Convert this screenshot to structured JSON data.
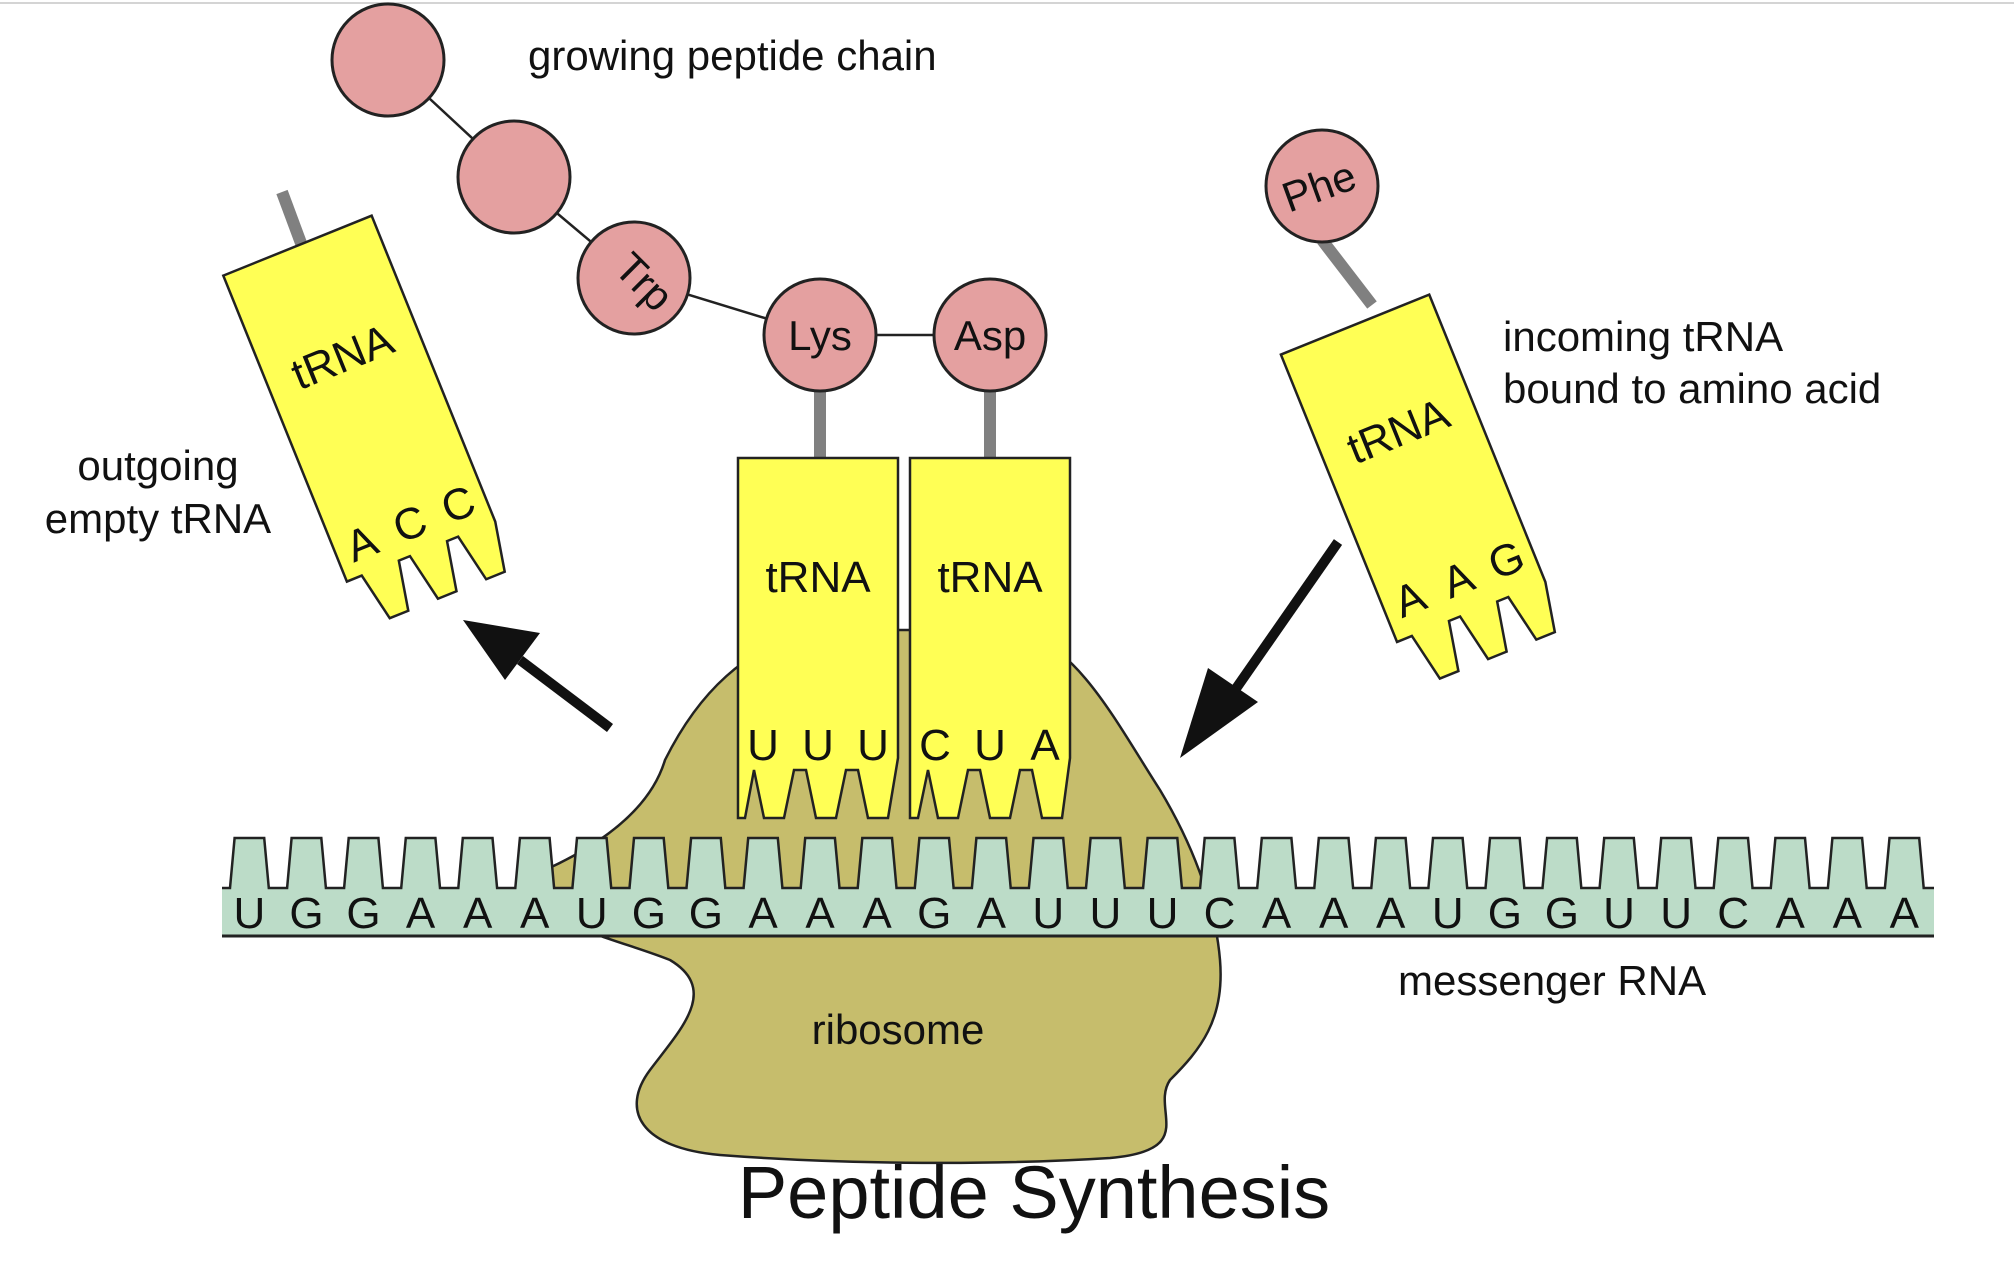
{
  "title": "Peptide Synthesis",
  "labels": {
    "growing_chain": "growing peptide chain",
    "outgoing_line1": "outgoing",
    "outgoing_line2": "empty tRNA",
    "incoming_line1": "incoming tRNA",
    "incoming_line2": "bound to amino acid",
    "mrna": "messenger RNA",
    "ribosome": "ribosome",
    "trna": "tRNA"
  },
  "peptide_chain": [
    "",
    "",
    "Trp",
    "Lys",
    "Asp"
  ],
  "incoming_amino_acid": "Phe",
  "anticodons": {
    "outgoing": [
      "A",
      "C",
      "C"
    ],
    "p_site": [
      "U",
      "U",
      "U"
    ],
    "a_site": [
      "C",
      "U",
      "A"
    ],
    "incoming": [
      "A",
      "A",
      "G"
    ]
  },
  "mrna_sequence": [
    "U",
    "G",
    "G",
    "A",
    "A",
    "A",
    "U",
    "G",
    "G",
    "A",
    "A",
    "A",
    "G",
    "A",
    "U",
    "U",
    "U",
    "C",
    "A",
    "A",
    "A",
    "U",
    "G",
    "G",
    "U",
    "U",
    "C",
    "A",
    "A",
    "A"
  ],
  "colors": {
    "trna_fill": "#ffff55",
    "amino_acid_fill": "#e4a0a0",
    "ribosome_fill": "#c6bd6c",
    "mrna_fill": "#bcdcc8",
    "stem": "#808080"
  }
}
